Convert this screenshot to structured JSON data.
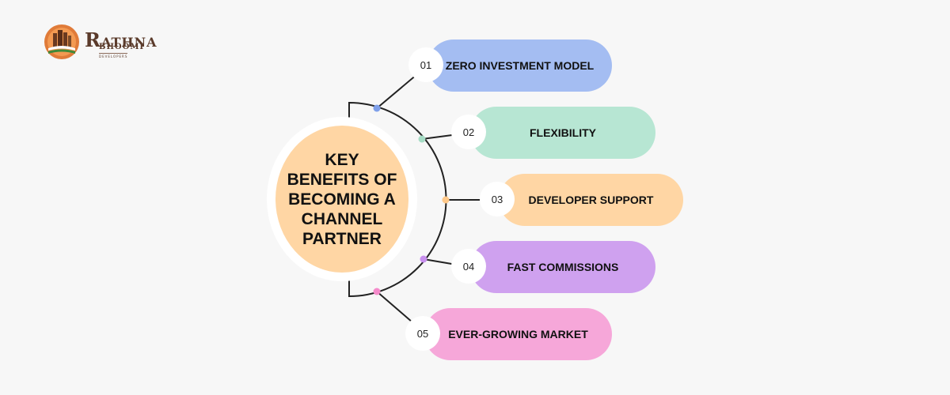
{
  "logo": {
    "initial": "R",
    "name_rest": "ATHNA",
    "line2": "BHOOMI",
    "line3": "DEVELOPERS"
  },
  "hub": {
    "title": "KEY BENEFITS OF BECOMING A CHANNEL PARTNER",
    "fill": "#ffd6a4"
  },
  "items": [
    {
      "number": "01",
      "label": "ZERO INVESTMENT MODEL",
      "color": "#a4bdf2"
    },
    {
      "number": "02",
      "label": "FLEXIBILITY",
      "color": "#b7e6d3"
    },
    {
      "number": "03",
      "label": "DEVELOPER SUPPORT",
      "color": "#ffd6a4"
    },
    {
      "number": "04",
      "label": "FAST COMMISSIONS",
      "color": "#cfa1ef"
    },
    {
      "number": "05",
      "label": "EVER-GROWING MARKET",
      "color": "#f6a7d9"
    }
  ]
}
